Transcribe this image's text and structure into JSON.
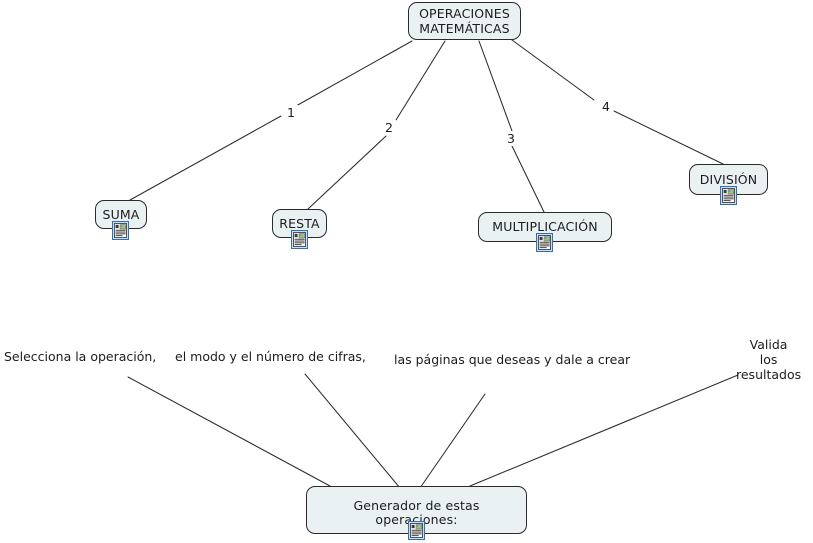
{
  "diagram": {
    "title_node": {
      "label": "OPERACIONES\nMATEMÁTICAS",
      "icon": "note-icon"
    },
    "fill_color": "#eaf1f3",
    "stroke_color": "#2b2b2b",
    "text_color": "#1c1c1c",
    "nodes": [
      {
        "id": "root",
        "label": "OPERACIONES\nMATEMÁTICAS",
        "icon": ""
      },
      {
        "id": "suma",
        "label": "SUMA",
        "icon": "note-icon"
      },
      {
        "id": "resta",
        "label": "RESTA",
        "icon": "note-icon"
      },
      {
        "id": "multi",
        "label": "MULTIPLICACIÓN",
        "icon": "note-icon"
      },
      {
        "id": "divi",
        "label": "DIVISIÓN",
        "icon": "note-icon"
      },
      {
        "id": "gen",
        "label": "Generador de estas operaciones:",
        "icon": "note-icon"
      }
    ],
    "edge_labels": [
      {
        "id": "edge-1",
        "label": "1"
      },
      {
        "id": "edge-2",
        "label": "2"
      },
      {
        "id": "edge-3",
        "label": "3"
      },
      {
        "id": "edge-4",
        "label": "4"
      }
    ],
    "annotations": [
      {
        "id": "ann-1",
        "label": "Selecciona la operación,"
      },
      {
        "id": "ann-2",
        "label": "el modo y el número de cifras,"
      },
      {
        "id": "ann-3",
        "label": "las páginas que deseas y dale a crear"
      },
      {
        "id": "ann-4",
        "label": "Valida\nlos\nresultados"
      }
    ]
  }
}
